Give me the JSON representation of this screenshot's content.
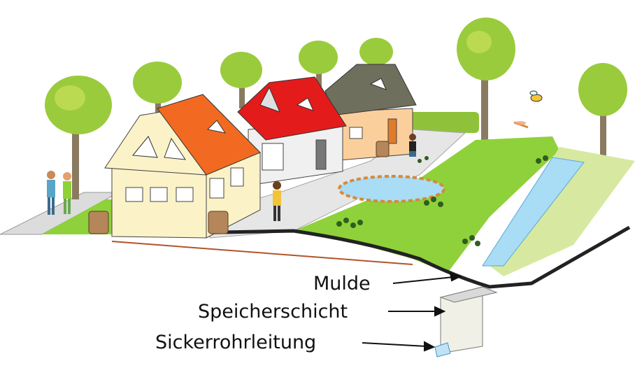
{
  "labels": {
    "mulde": "Mulde",
    "speicherschicht": "Speicherschicht",
    "sickerrohrleitung": "Sickerrohrleitung"
  },
  "colors": {
    "grass": "#8fd13a",
    "water": "#a9dcf5",
    "paving": "#e6e6e6",
    "roof_orange": "#f26a21",
    "roof_red": "#e31b1b",
    "roof_grey": "#6f6f5e",
    "house_cream": "#fbf2c8",
    "house_white": "#f0f0f0",
    "house_peach": "#fbcf9c",
    "tree_green": "#9acb3c",
    "trunk": "#8a7a5f"
  }
}
